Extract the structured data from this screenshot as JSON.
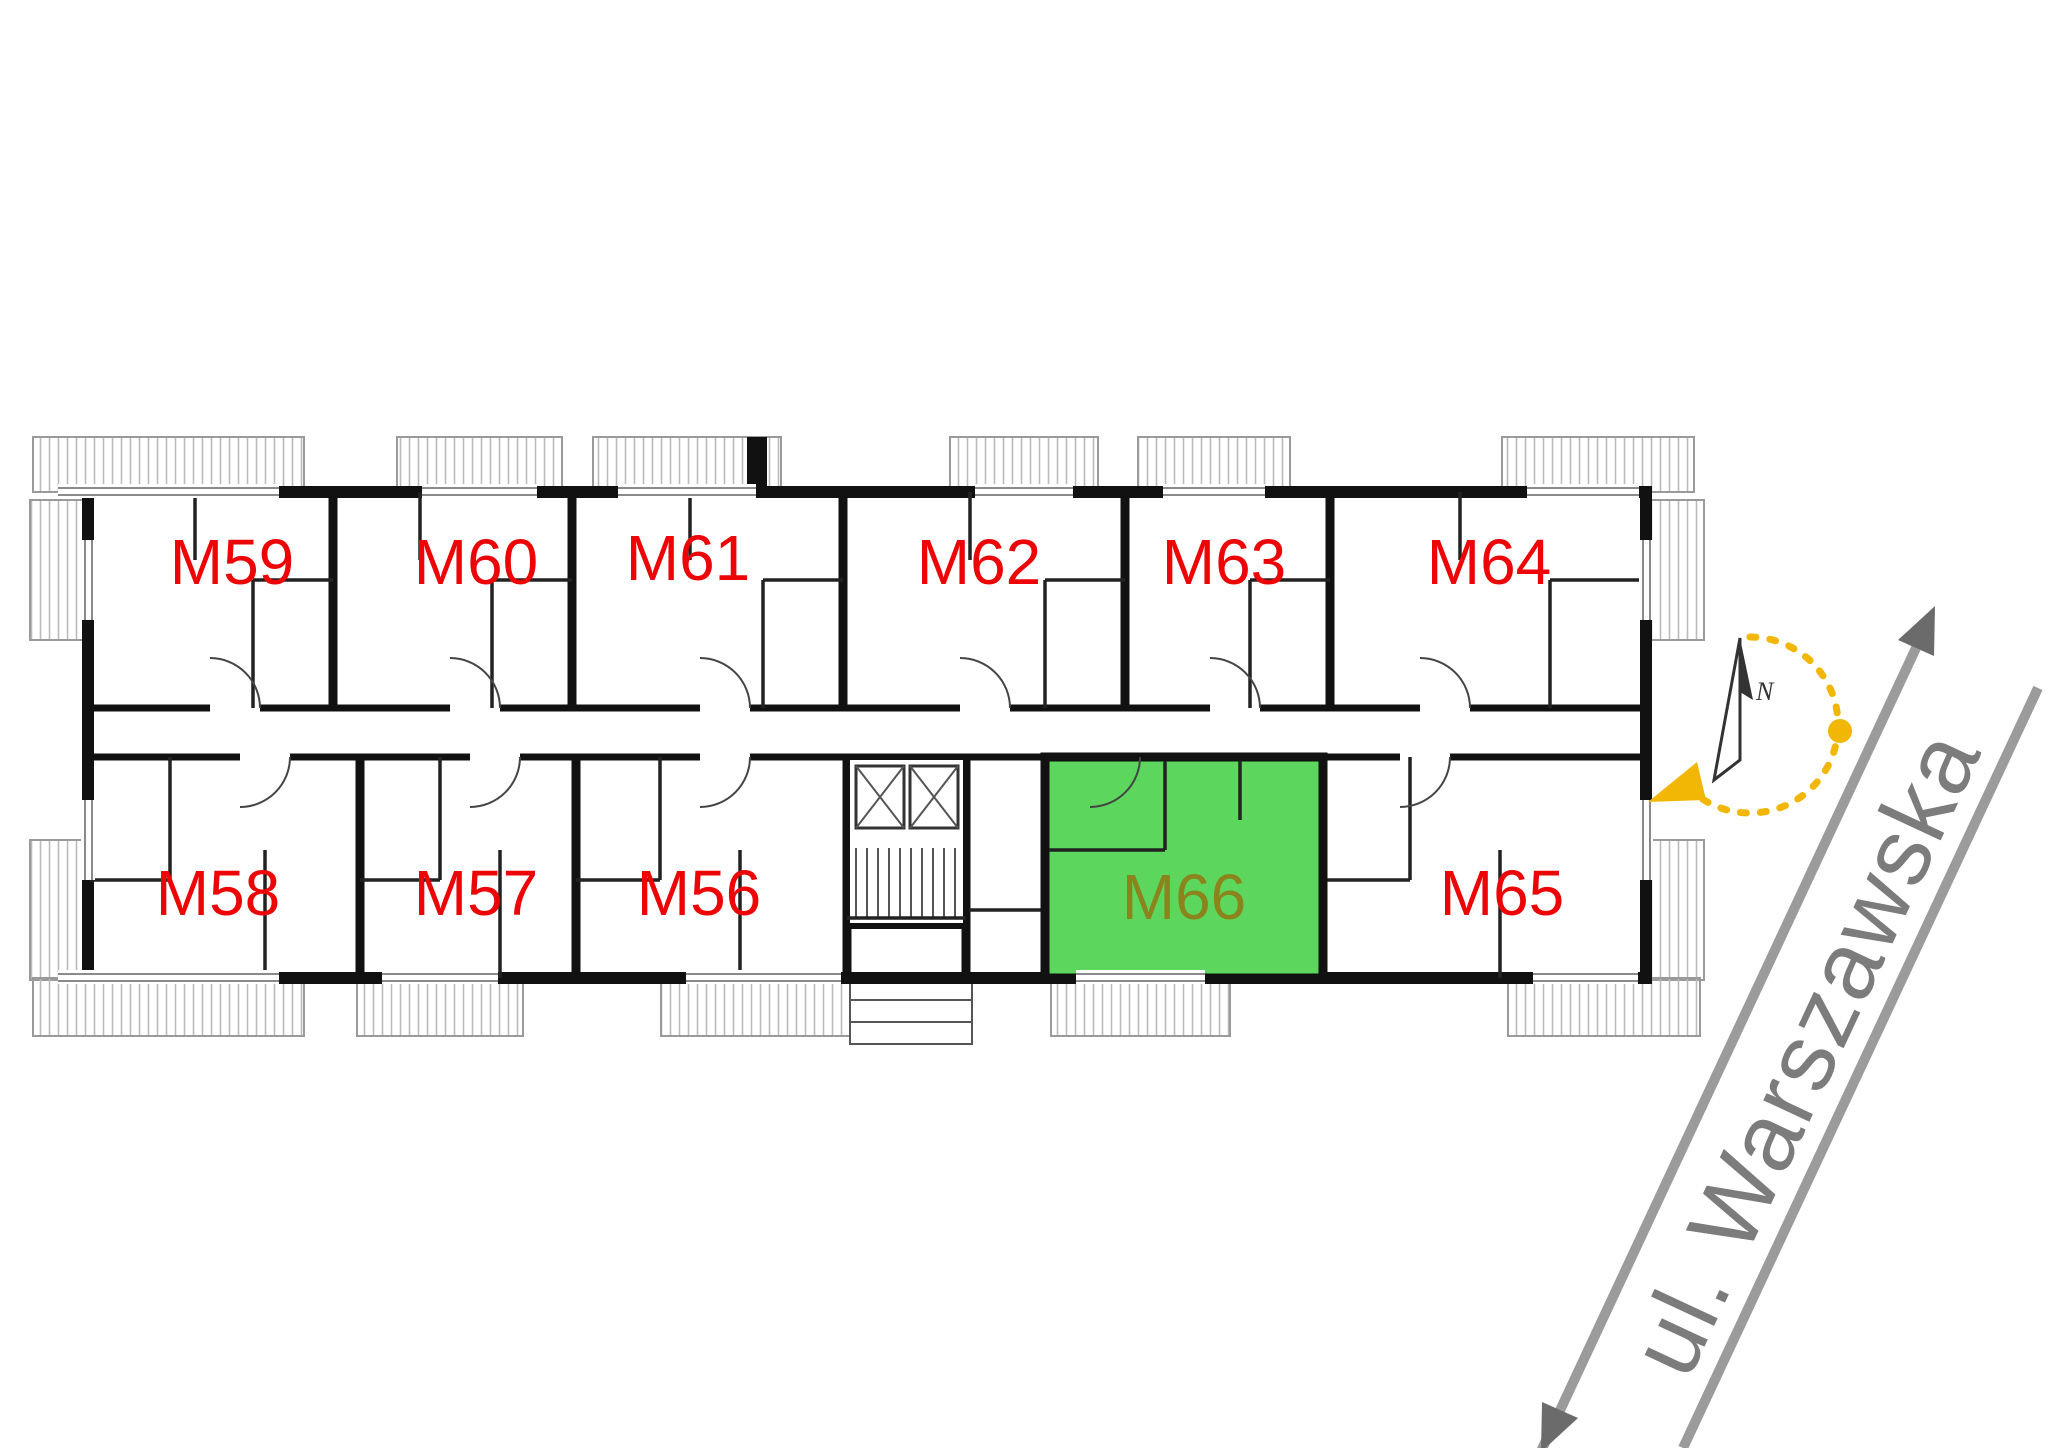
{
  "plan": {
    "units_top": [
      {
        "label": "M59"
      },
      {
        "label": "M60"
      },
      {
        "label": "M61"
      },
      {
        "label": "M62"
      },
      {
        "label": "M63"
      },
      {
        "label": "M64"
      }
    ],
    "units_bottom": [
      {
        "label": "M58"
      },
      {
        "label": "M57"
      },
      {
        "label": "M56"
      },
      {
        "label": "M66",
        "highlighted": true
      },
      {
        "label": "M65"
      }
    ],
    "highlighted_unit": "M66"
  },
  "street": {
    "label": "ul. Warszawska"
  },
  "compass": {
    "label": "N"
  },
  "colors": {
    "unit_label": "#ec0406",
    "highlight_fill": "#5cd65c",
    "highlight_label": "#8b841c",
    "street_text": "#7c7c7c",
    "street_line": "#9b9b9b",
    "street_arrow": "#6b6b6b",
    "accent_yellow": "#f2b705",
    "wall": "#111111",
    "balcony_hatch": "#bbbbbb"
  }
}
